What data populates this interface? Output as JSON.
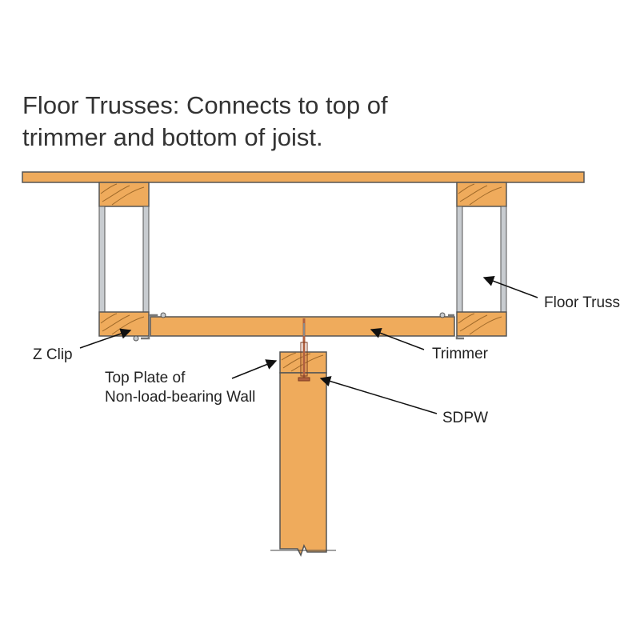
{
  "title": {
    "line1": "Floor Trusses: Connects to top of",
    "line2": "trimmer and bottom of joist."
  },
  "labels": {
    "floor_truss": "Floor Truss",
    "z_clip": "Z Clip",
    "trimmer": "Trimmer",
    "top_plate_line1": "Top Plate of",
    "top_plate_line2": "Non-load-bearing Wall",
    "sdpw": "SDPW"
  },
  "colors": {
    "wood": "#efab5c",
    "wood_outline": "#555555",
    "grain": "#a06a2a",
    "metal": "#c8ccd0"
  }
}
